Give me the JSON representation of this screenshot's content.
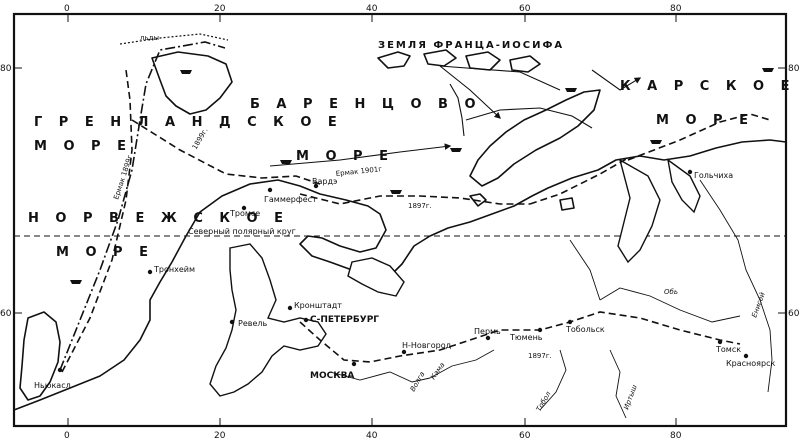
{
  "map": {
    "sea_labels": {
      "barents": "Б А Р Е Н Ц О В О",
      "barents_more": "М О Р Е",
      "kara": "К А Р С К О Е",
      "kara_more": "М О Р Е",
      "greenland": "Г Р Е Н Л А Н Д С К О Е",
      "greenland_more": "М О Р Е",
      "norwegian": "Н О Р В Е Ж С К О Е",
      "norwegian_more": "М О Р Е"
    },
    "region_labels": {
      "franz_josef": "ЗЕМЛЯ ФРАНЦА-ИОСИФА"
    },
    "ice_label": "льды",
    "arctic_circle_label": "Северный полярный круг",
    "cities": {
      "tromso": "Тромсе",
      "hammerfest": "Гаммерфест",
      "vardo": "Вардэ",
      "trondheim": "Тронхейм",
      "newcastle": "Ньюкасл",
      "revel": "Ревель",
      "kronstadt": "Кронштадт",
      "spb": "С-ПЕТЕРБУРГ",
      "moscow": "МОСКВА",
      "nizhny": "Н-Новгород",
      "perm": "Пермь",
      "tyumen": "Тюмень",
      "tobolsk": "Тобольск",
      "tomsk": "Томск",
      "krasnoyarsk": "Красноярск",
      "golchikha": "Гольчиха"
    },
    "route_labels": {
      "ermak_1899": "Ермак 1899г",
      "ermak_1901": "Ермак 1901г",
      "year_1897_sea": "1897г.",
      "year_1897_land": "1897г.",
      "year_1899": "1899г."
    },
    "rivers": {
      "volga": "Волга",
      "kama": "Кама",
      "tobol": "Тобол",
      "irtysh": "Иртыш",
      "ob": "Обь",
      "enisei": "Енисей"
    },
    "axis": {
      "top": [
        "0",
        "20",
        "40",
        "60",
        "80"
      ],
      "bottom": [
        "0",
        "20",
        "40",
        "60",
        "80"
      ],
      "left": [
        "80",
        "60"
      ],
      "right": [
        "80",
        "60"
      ]
    },
    "arctic_circle_lat": "66°33′"
  }
}
